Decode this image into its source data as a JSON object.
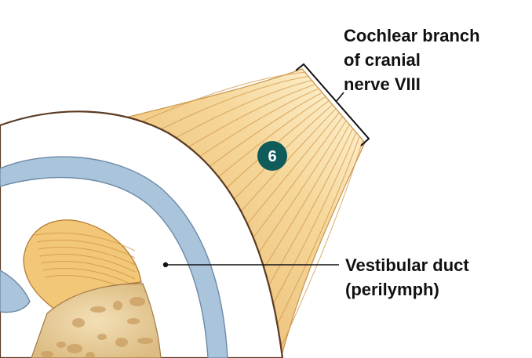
{
  "labels": {
    "cochlear_nerve": [
      "Cochlear branch",
      "of cranial",
      "nerve VIII"
    ],
    "vestibular_duct": [
      "Vestibular duct",
      "(perilymph)"
    ]
  },
  "badge": {
    "number": "6",
    "color": "#0f5c5a"
  },
  "colors": {
    "nerve_fill": "#f2c778",
    "nerve_fiber": "#d9a04a",
    "membrane": "#a7c2d9",
    "bone": "#e8d0a0",
    "outline": "#5a3a22"
  }
}
